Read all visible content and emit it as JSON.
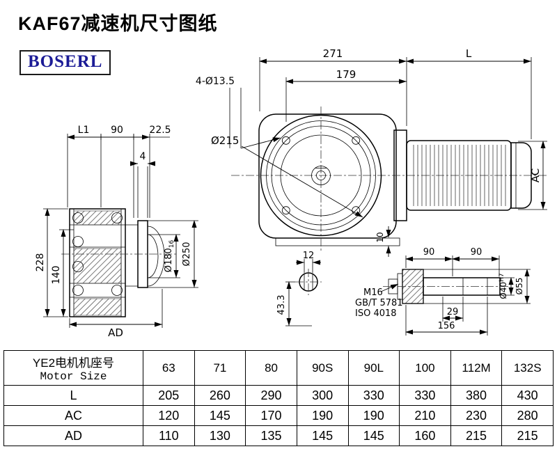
{
  "colors": {
    "background": "#ffffff",
    "line": "#000000",
    "logo_text": "#1b1b96",
    "table_border": "#000000"
  },
  "page": {
    "title": "KAF67减速机尺寸图纸",
    "logo": "BOSERL"
  },
  "drawing": {
    "front_view": {
      "dim_271": "271",
      "dim_L": "L",
      "dim_179": "179",
      "label_bolt_holes": "4-Ø13.5",
      "label_bolt_circle": "Ø215",
      "dim_AC": "AC",
      "dim_10": "10"
    },
    "side_view": {
      "dim_L1": "L1",
      "dim_90": "90",
      "dim_22_5": "22.5",
      "dim_4": "4",
      "dim_228": "228",
      "dim_140": "140",
      "dim_AD": "AD",
      "label_d180": "Ø180",
      "label_d180_tol": "16",
      "label_d250": "Ø250"
    },
    "shaft_end_view": {
      "dim_12": "12",
      "dim_43_3": "43.3"
    },
    "shaft_detail": {
      "dim_90a": "90",
      "dim_90b": "90",
      "label_m16": "M16",
      "label_gbt": "GB/T 5781",
      "label_iso": "ISO 4018",
      "dim_29": "29",
      "dim_156": "156",
      "label_d40": "Ø40",
      "label_d40_tol": "H7",
      "label_d55": "Ø55"
    }
  },
  "table": {
    "header": {
      "line1": "YE2电机机座号",
      "line2": "Motor Size"
    },
    "sizes": [
      "63",
      "71",
      "80",
      "90S",
      "90L",
      "100",
      "112M",
      "132S"
    ],
    "rows": [
      {
        "label": "L",
        "values": [
          "205",
          "260",
          "290",
          "300",
          "330",
          "330",
          "380",
          "430"
        ]
      },
      {
        "label": "AC",
        "values": [
          "120",
          "145",
          "170",
          "190",
          "190",
          "210",
          "230",
          "280"
        ]
      },
      {
        "label": "AD",
        "values": [
          "110",
          "130",
          "135",
          "145",
          "145",
          "160",
          "215",
          "215"
        ]
      }
    ]
  }
}
